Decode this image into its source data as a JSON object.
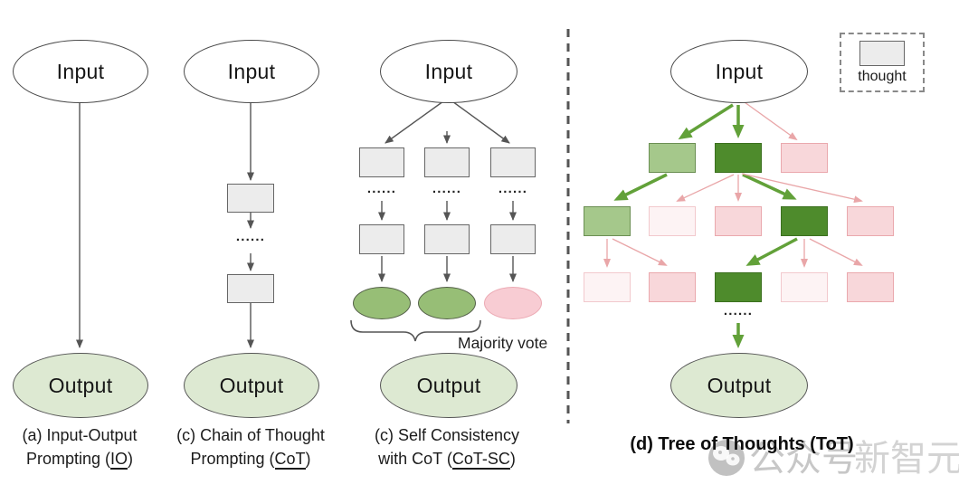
{
  "panels": {
    "io": {
      "input": "Input",
      "output": "Output",
      "caption": {
        "line1": "(a) Input-Output",
        "line2_pre": "Prompting (",
        "line2_u": "IO",
        "line2_post": ")"
      }
    },
    "cot": {
      "input": "Input",
      "output": "Output",
      "dots": "......",
      "caption": {
        "line1": "(c) Chain of Thought",
        "line2_pre": "Prompting (",
        "line2_u": "CoT",
        "line2_post": ")"
      }
    },
    "cotsc": {
      "input": "Input",
      "output": "Output",
      "dots": "......",
      "majority_vote": "Majority vote",
      "chains": [
        {
          "state": "good"
        },
        {
          "state": "good"
        },
        {
          "state": "weak"
        }
      ],
      "caption": {
        "line1": "(c) Self Consistency",
        "line2_pre": "with CoT (",
        "line2_u": "CoT-SC",
        "line2_post": ")"
      }
    },
    "tot": {
      "input": "Input",
      "output": "Output",
      "dots": "......",
      "legend_label": "thought",
      "levels": {
        "l1": [
          "good",
          "strong",
          "weak"
        ],
        "l2": [
          "good",
          "faint",
          "weak",
          "strong",
          "weak"
        ],
        "l3": [
          "faint",
          "weak",
          "strong",
          "faint",
          "weak"
        ]
      },
      "caption": {
        "pre": "(d) Tree of Thoughts (",
        "u": "ToT",
        "post": ")"
      }
    }
  },
  "watermark": {
    "text1": "公众号",
    "text2": "新智元"
  },
  "colors": {
    "thought_box": "#ececec",
    "state_strong": "#4e8b2c",
    "state_good": "#a5c88b",
    "state_weak": "#f8d7da",
    "state_faint": "#fdf3f4",
    "output_fill": "#dde9d2",
    "sc_good_fill": "#97be76",
    "sc_weak_fill": "#f8ccd3",
    "arrow_green": "#62a139",
    "arrow_pink": "#e9a6a8",
    "arrow_gray": "#555555"
  }
}
